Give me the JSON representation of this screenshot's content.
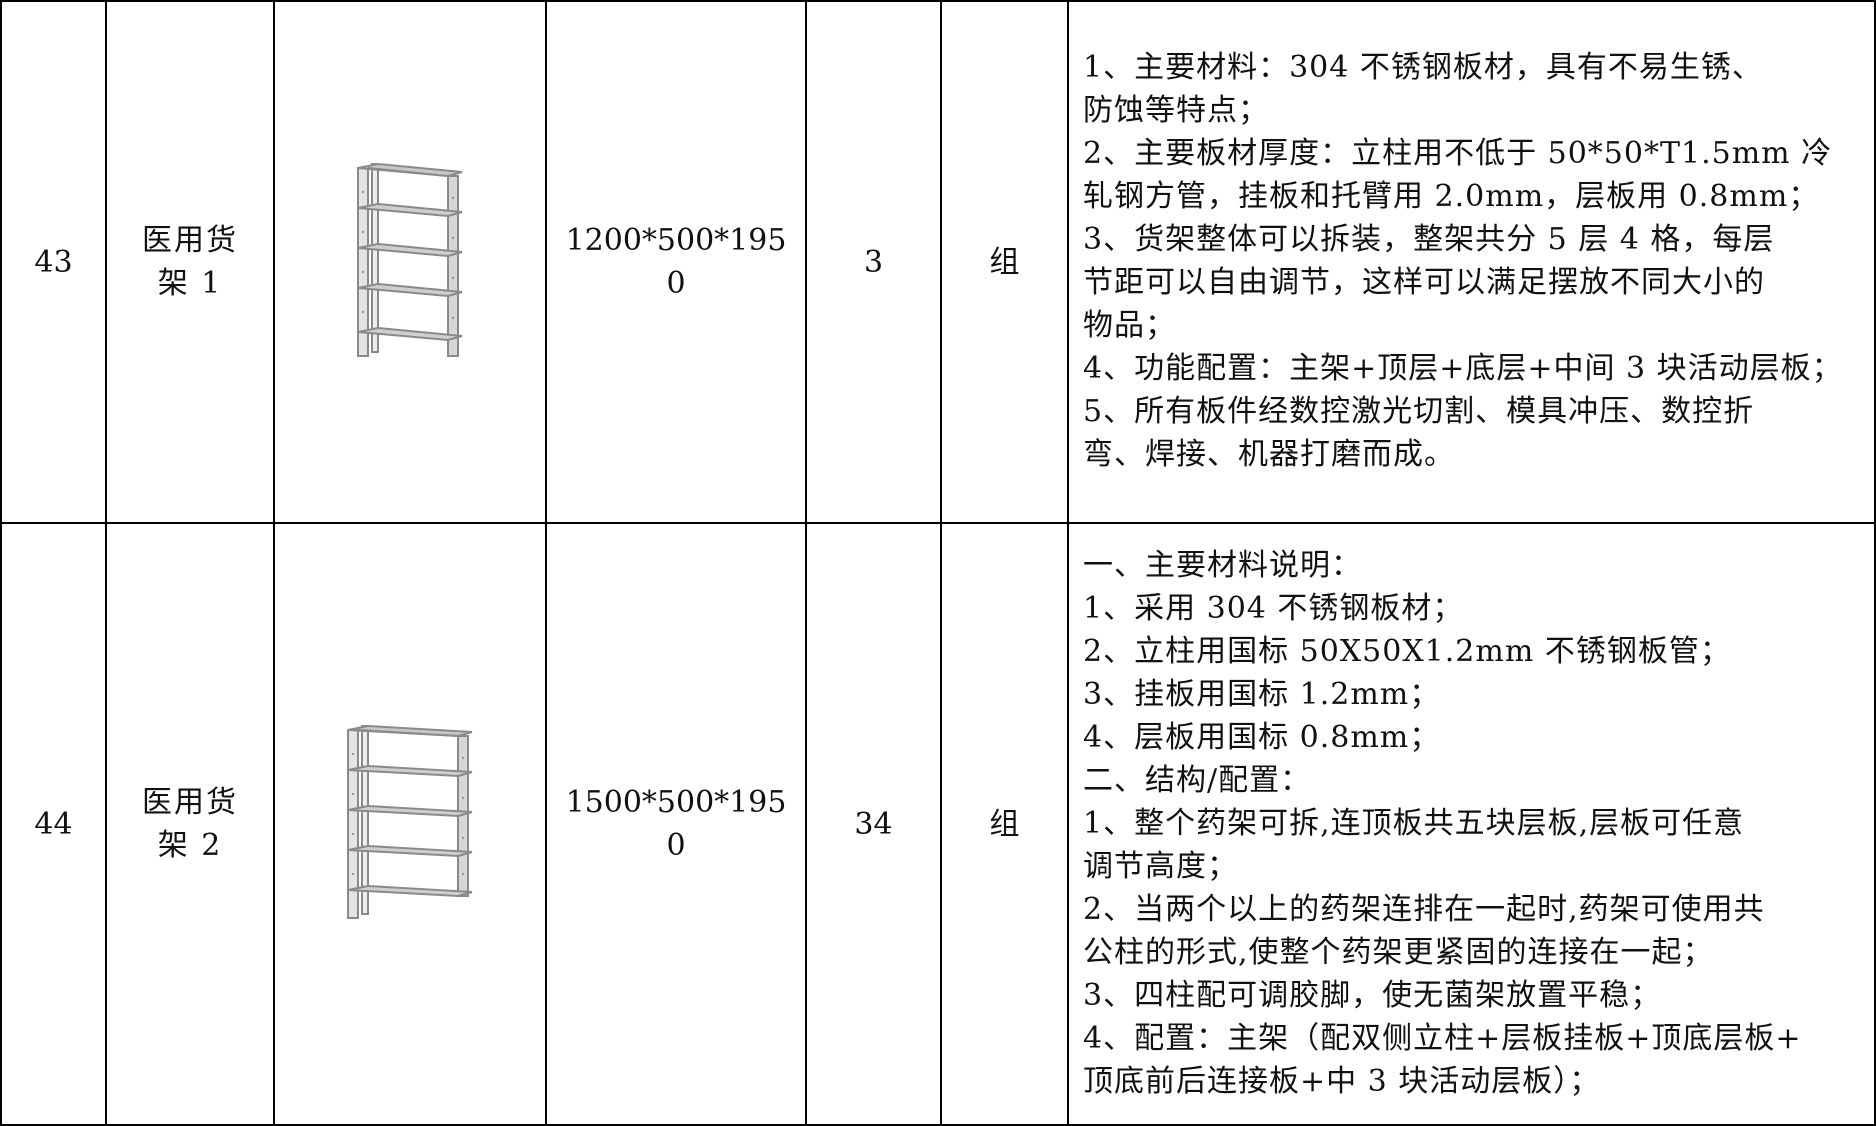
{
  "rows": [
    {
      "no": "43",
      "name": "医用货架1",
      "name_lines": [
        "医用货",
        "架 1"
      ],
      "image_icon": "steel-shelf-icon",
      "size": "1200*500*1950",
      "size_lines": [
        "1200*500*195",
        "0"
      ],
      "qty": "3",
      "unit": "组",
      "desc": [
        "1、主要材料：304 不锈钢板材，具有不易生锈、",
        "防蚀等特点；",
        "2、主要板材厚度：立柱用不低于 50*50*T1.5mm 冷",
        "轧钢方管，挂板和托臂用 2.0mm，层板用 0.8mm；",
        "3、货架整体可以拆装，整架共分 5 层 4 格，每层",
        "节距可以自由调节，这样可以满足摆放不同大小的",
        "物品；",
        "4、功能配置：主架+顶层+底层+中间 3 块活动层板；",
        "5、所有板件经数控激光切割、模具冲压、数控折",
        "弯、焊接、机器打磨而成。"
      ]
    },
    {
      "no": "44",
      "name": "医用货架2",
      "name_lines": [
        "医用货",
        "架 2"
      ],
      "image_icon": "steel-shelf-icon",
      "size": "1500*500*1950",
      "size_lines": [
        "1500*500*195",
        "0"
      ],
      "qty": "34",
      "unit": "组",
      "desc": [
        "一、主要材料说明：",
        "1、采用 304 不锈钢板材；",
        "2、立柱用国标 50X50X1.2mm 不锈钢板管；",
        "3、挂板用国标 1.2mm；",
        "4、层板用国标 0.8mm；",
        "二、结构/配置：",
        "1、整个药架可拆,连顶板共五块层板,层板可任意",
        "调节高度；",
        "2、当两个以上的药架连排在一起时,药架可使用共",
        "公柱的形式,使整个药架更紧固的连接在一起；",
        "3、四柱配可调胶脚，使无菌架放置平稳；",
        "4、配置：主架（配双侧立柱+层板挂板+顶底层板+",
        "顶底前后连接板+中 3 块活动层板）；"
      ]
    }
  ]
}
